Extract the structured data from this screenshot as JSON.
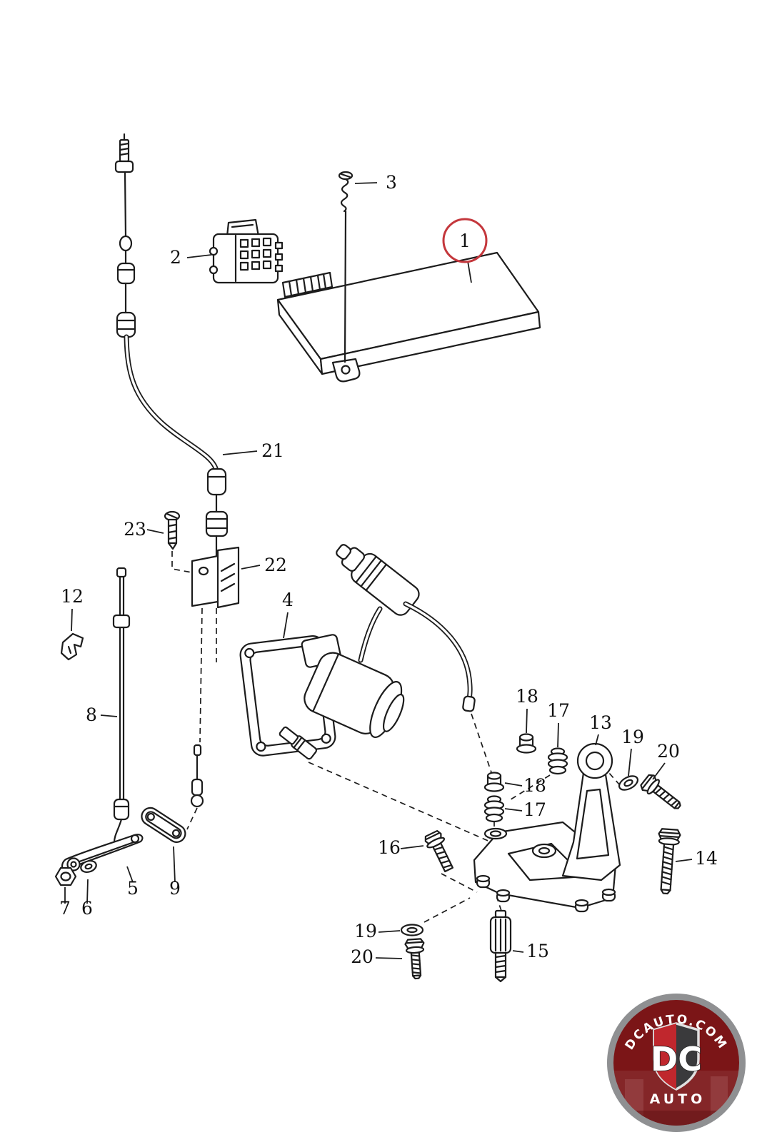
{
  "diagram": {
    "callouts": [
      {
        "part": "3"
      },
      {
        "part": "2"
      },
      {
        "part": "1",
        "highlighted": true
      },
      {
        "part": "21"
      },
      {
        "part": "23"
      },
      {
        "part": "22"
      },
      {
        "part": "12"
      },
      {
        "part": "8"
      },
      {
        "part": "4"
      },
      {
        "part": "18"
      },
      {
        "part": "17"
      },
      {
        "part": "13"
      },
      {
        "part": "19"
      },
      {
        "part": "20"
      },
      {
        "part": "18"
      },
      {
        "part": "17"
      },
      {
        "part": "16"
      },
      {
        "part": "14"
      },
      {
        "part": "5"
      },
      {
        "part": "9"
      },
      {
        "part": "7"
      },
      {
        "part": "6"
      },
      {
        "part": "19"
      },
      {
        "part": "20"
      },
      {
        "part": "15"
      }
    ],
    "colors": {
      "line": "#1c1c1c",
      "highlight_ring": "#c4373c"
    }
  },
  "watermark": {
    "arc_text": "DCAUTO.COM",
    "monogram": "DC",
    "subtitle": "AUTO",
    "colors": {
      "ring": "#8f9092",
      "disc": "#7b1517",
      "shield_red": "#c0272d",
      "shield_dark": "#3a3a3c",
      "text": "#ffffff"
    }
  }
}
